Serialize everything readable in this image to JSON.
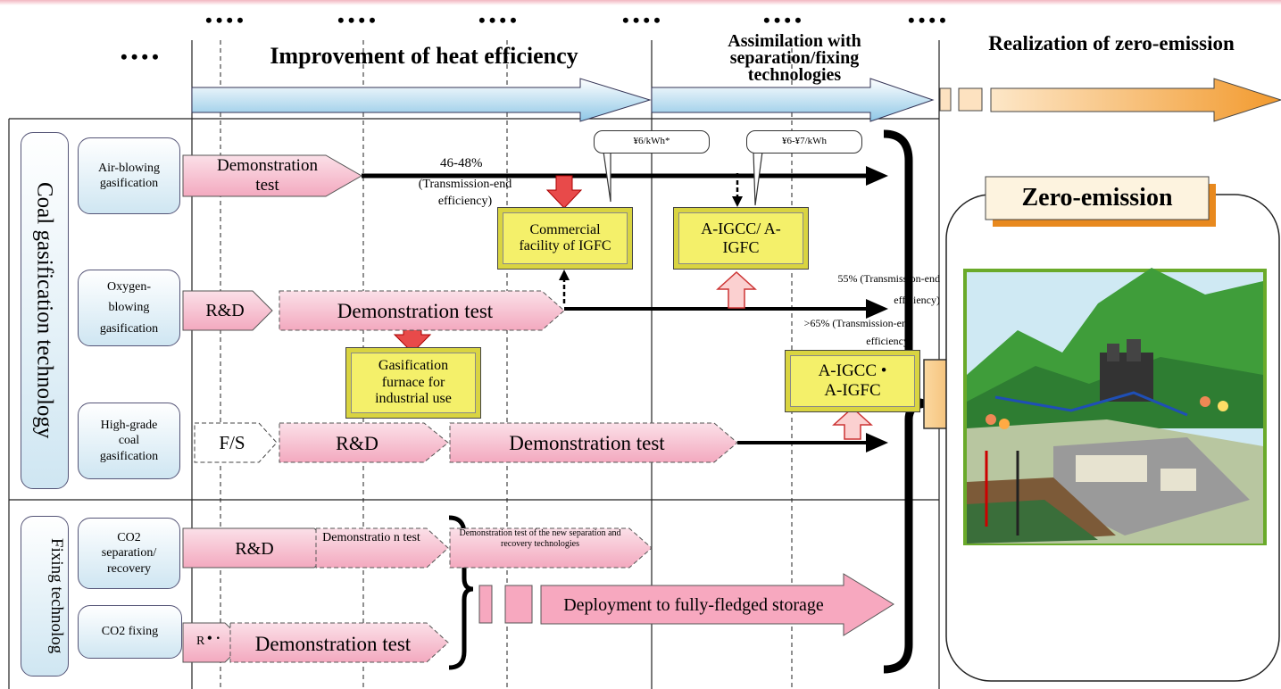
{
  "header": {
    "dots": "••••",
    "phase1": "Improvement of heat efficiency",
    "phase2": "Assimilation with separation/fixing technologies",
    "phase3": "Realization of zero-emission"
  },
  "side": {
    "coal_group": "Coal gasification technology",
    "fixing_group": "Fixing technolog"
  },
  "rows": {
    "air": "Air-blowing gasification",
    "oxygen": "Oxygen-blowing gasification",
    "highgrade": "High-grade coal gasification",
    "co2sep": "CO2 separation/ recovery",
    "co2fix": "CO2 fixing"
  },
  "stages": {
    "demo_air": "Demonstration test",
    "rd_oxy": "R&D",
    "demo_oxy": "Demonstration test",
    "fs_hg": "F/S",
    "rd_hg": "R&D",
    "demo_hg": "Demonstration test",
    "rd_co2": "R&D",
    "demo_co2": "Demonstratio n test",
    "demo_new": "Demonstration test of the new separation and recovery technologies",
    "rd_fix": "R",
    "demo_fix": "Demonstration test",
    "deploy": "Deployment to fully-fledged storage"
  },
  "boxes": {
    "igfc": "Commercial facility of IGFC",
    "aigcc1": "A-IGCC/ A-IGFC",
    "furnace": "Gasification furnace for industrial use",
    "aigcc2": "A-IGCC • A-IGFC"
  },
  "labels": {
    "eff1": "46-48%",
    "eff1b": "(Transmission-end efficiency)",
    "eff2": "55% (Transmission-end efficiency)",
    "eff3": ">65% (Transmission-end efficiency)",
    "cost1": "¥6/kWh*",
    "cost2": "¥6-¥7/kWh"
  },
  "zero": {
    "title": "Zero-emission"
  },
  "colors": {
    "pink": "#f7c4d2",
    "yellow": "#f4f06a",
    "blue_arrow": "#9dd0ea",
    "orange_arrow": "#f6b04b"
  }
}
